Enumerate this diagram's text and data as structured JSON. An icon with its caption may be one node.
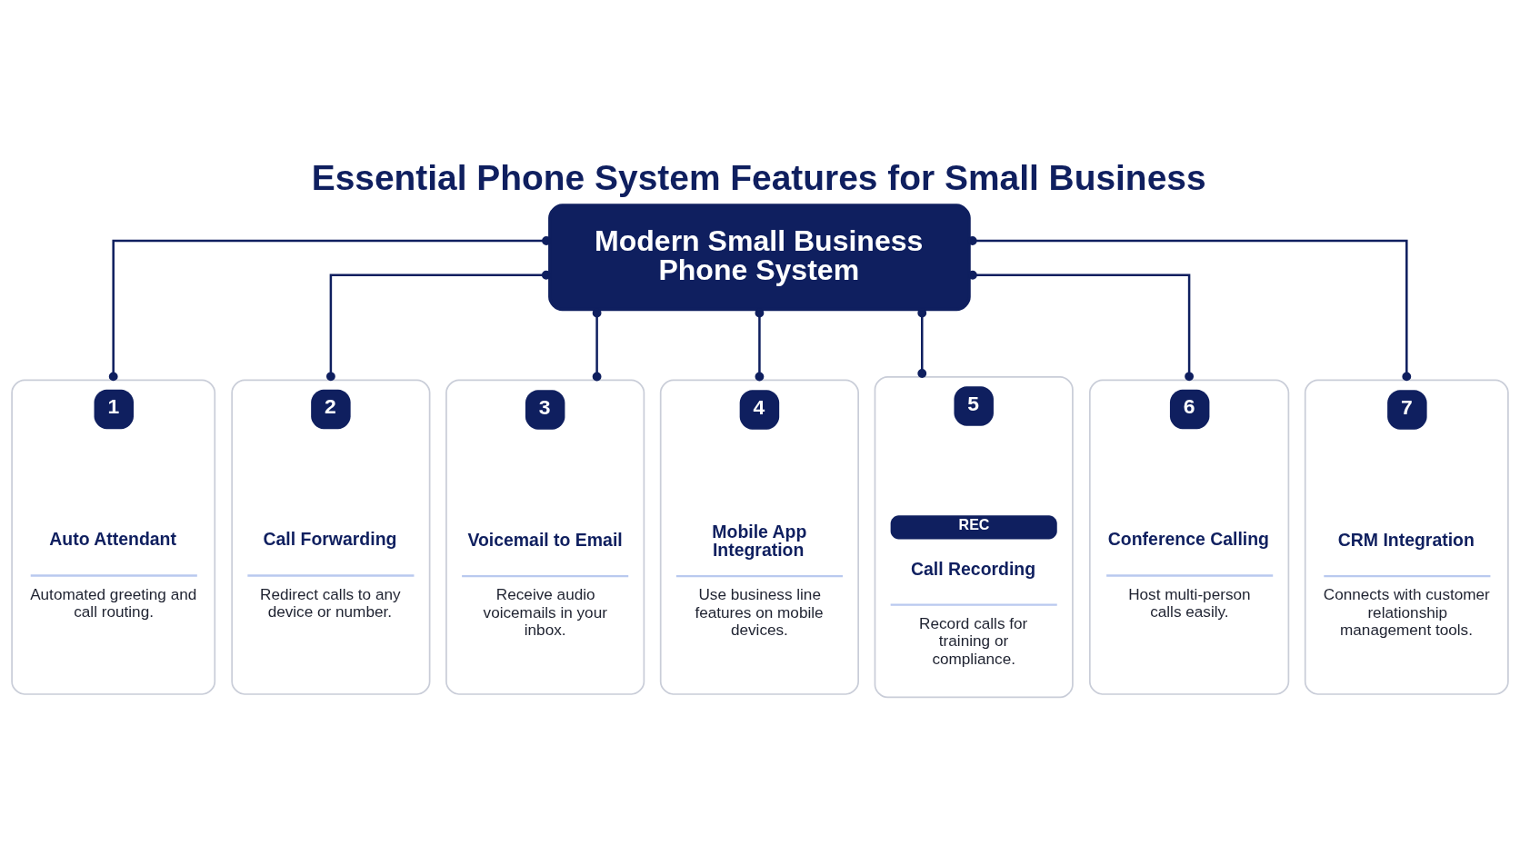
{
  "diagram": {
    "title": "Essential Phone System Features for Small Business",
    "nodes": [
      {
        "text": [
          "Modern Small Business Phone System"
        ]
      },
      {
        "text": [
          "1",
          "Auto Attendant",
          "Automated greeting and call routing."
        ]
      },
      {
        "text": [
          "2",
          "Call Forwarding",
          "Redirect calls to any device or number."
        ]
      },
      {
        "text": [
          "3",
          "Voicemail to Email",
          "Receive audio voicemails in your inbox."
        ]
      },
      {
        "text": [
          "4",
          "Mobile App Integration",
          "Use business line features on mobile devices."
        ]
      },
      {
        "text": [
          "5",
          "REC",
          "Call Recording",
          "Record calls for training or compliance."
        ]
      },
      {
        "text": [
          "6",
          "Conference Calling",
          "Host multi-person calls easily."
        ]
      },
      {
        "text": [
          "7",
          "CRM Integration",
          "Connects with customer relationship management tools."
        ]
      }
    ],
    "edges": [
      {
        "from": 0,
        "to": 1,
        "arrow": "other"
      },
      {
        "from": 0,
        "to": 2,
        "arrow": "other"
      },
      {
        "from": 0,
        "to": 3,
        "arrow": "other"
      },
      {
        "from": 0,
        "to": 4,
        "arrow": "other"
      },
      {
        "from": 0,
        "to": 5,
        "arrow": "other"
      },
      {
        "from": 0,
        "to": 6,
        "arrow": "other"
      },
      {
        "from": 0,
        "to": 7,
        "arrow": "other"
      }
    ]
  }
}
